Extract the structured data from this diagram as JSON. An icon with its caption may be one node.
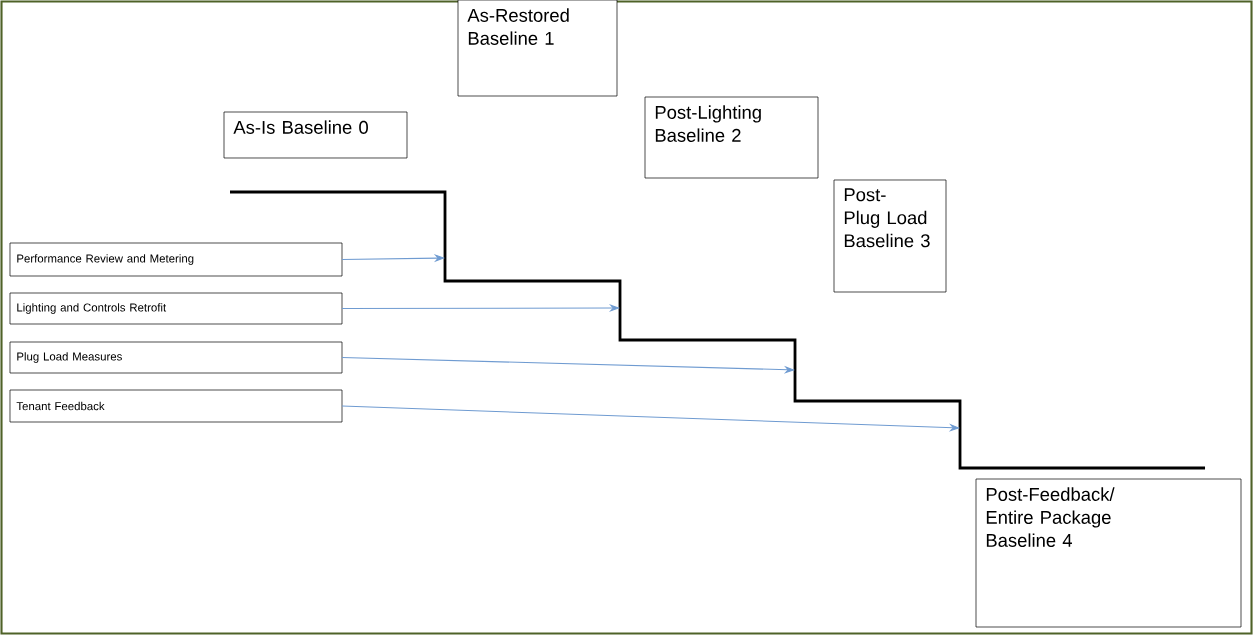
{
  "diagram": {
    "nodes": [
      {
        "text": [
          "As-Is Baseline 0"
        ]
      },
      {
        "text": [
          "As-Restored Baseline 1"
        ]
      },
      {
        "text": [
          "Post-Lighting Baseline 2"
        ]
      },
      {
        "text": [
          "Post-Plug Load Baseline 3"
        ]
      },
      {
        "text": [
          "Post-Feedback/ Entire Package Baseline 4"
        ]
      },
      {
        "text": [
          "Performance Review and Metering"
        ]
      },
      {
        "text": [
          "Lighting and Controls Retrofit"
        ]
      },
      {
        "text": [
          "Plug Load Measures"
        ]
      },
      {
        "text": [
          "Tenant Feedback"
        ]
      }
    ],
    "edges": [
      {
        "from": 5,
        "to": null,
        "arrow": "to",
        "color": "#6f9bd1"
      },
      {
        "from": 6,
        "to": null,
        "arrow": "to",
        "color": "#6f9bd1"
      },
      {
        "from": 7,
        "to": null,
        "arrow": "to",
        "color": "#6f9bd1"
      },
      {
        "from": 8,
        "to": null,
        "arrow": "to",
        "color": "#6f9bd1"
      }
    ]
  }
}
